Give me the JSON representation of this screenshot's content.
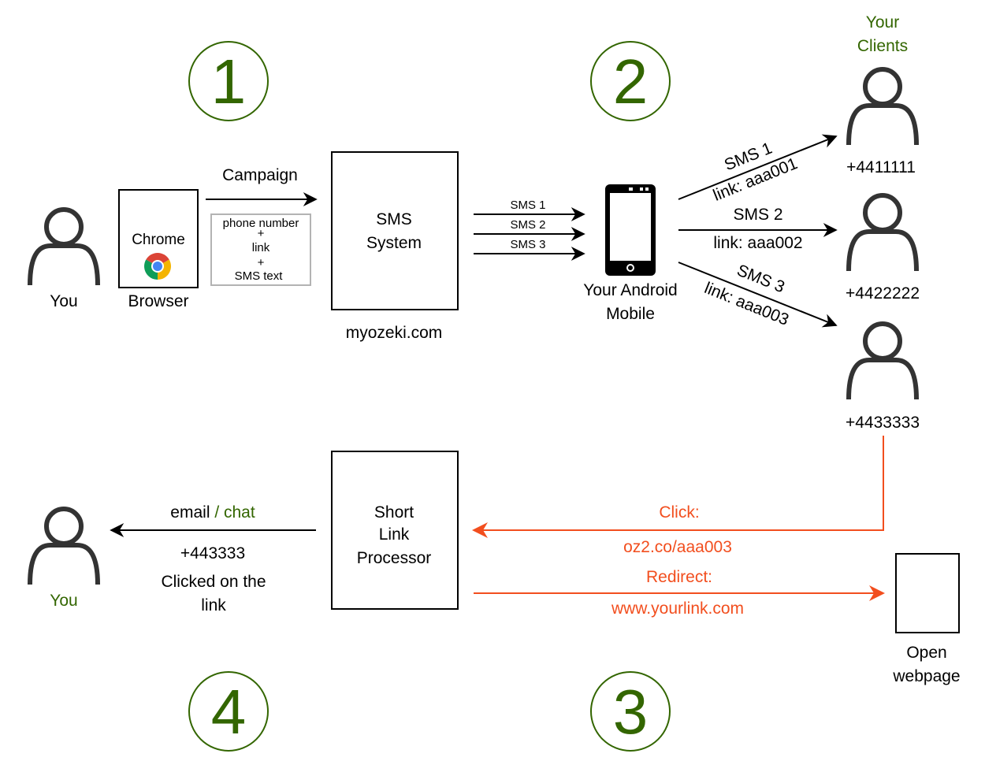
{
  "steps": [
    "1",
    "2",
    "3",
    "4"
  ],
  "sender": {
    "label": "You"
  },
  "browser": {
    "app_name": "Chrome",
    "label": "Browser"
  },
  "campaign": {
    "label": "Campaign",
    "detail_lines": [
      "phone number",
      "+",
      "link",
      "+",
      "SMS text"
    ]
  },
  "sms_system": {
    "title_lines": [
      "SMS",
      "System"
    ],
    "site": "myozeki.com"
  },
  "outgoing_sms": [
    "SMS 1",
    "SMS 2",
    "SMS 3"
  ],
  "mobile": {
    "label_lines": [
      "Your Android",
      "Mobile"
    ]
  },
  "deliveries": [
    {
      "sms": "SMS 1",
      "link": "link: aaa001"
    },
    {
      "sms": "SMS 2",
      "link": "link: aaa002"
    },
    {
      "sms": "SMS 3",
      "link": "link: aaa003"
    }
  ],
  "clients": {
    "title_lines": [
      "Your",
      "Clients"
    ],
    "numbers": [
      "+4411111",
      "+4422222",
      "+4433333"
    ]
  },
  "click": {
    "label": "Click:",
    "url": "oz2.co/aaa003"
  },
  "redirect": {
    "label": "Redirect:",
    "url": "www.yourlink.com"
  },
  "webpage": {
    "label_lines": [
      "Open",
      "webpage"
    ]
  },
  "processor": {
    "title_lines": [
      "Short",
      "Link",
      "Processor"
    ]
  },
  "notification": {
    "channel_a": "email",
    "separator": " / ",
    "channel_b": "chat",
    "number": "+443333",
    "message_lines": [
      "Clicked on the",
      "link"
    ]
  },
  "receiver": {
    "label": "You"
  },
  "colors": {
    "green": "#336600",
    "red": "#F24E1E",
    "black": "#000000",
    "gray": "#333333",
    "box_border": "#b3b3b3"
  }
}
